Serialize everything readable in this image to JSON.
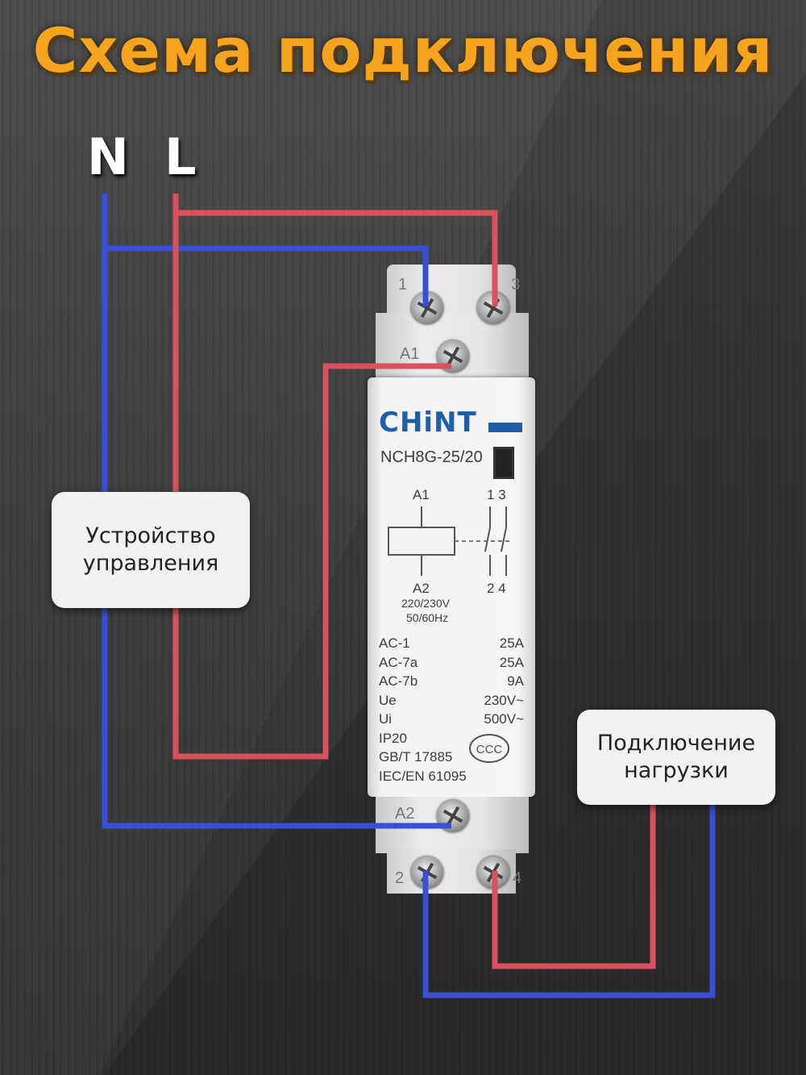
{
  "title": "Схема подключения",
  "phases": {
    "neutral": "N",
    "line": "L"
  },
  "device": {
    "brand": "CHiNT",
    "model": "NCH8G-25/20",
    "terminals": {
      "t1": "1",
      "t3": "3",
      "a1": "A1",
      "a2": "A2",
      "t2": "2",
      "t4": "4"
    },
    "schematic": {
      "coil_top": "A1",
      "coil_bottom": "A2",
      "contacts_top": "1  3",
      "contacts_bottom": "2  4",
      "voltage": "220/230V",
      "frequency": "50/60Hz"
    },
    "specs": [
      {
        "key": "AC-1",
        "value": "25A"
      },
      {
        "key": "AC-7a",
        "value": "25A"
      },
      {
        "key": "AC-7b",
        "value": "9A"
      },
      {
        "key": "Ue",
        "value": "230V~"
      },
      {
        "key": "Ui",
        "value": "500V~"
      },
      {
        "key": "IP20",
        "value": ""
      },
      {
        "key": "GB/T 17885",
        "value": ""
      },
      {
        "key": "IEC/EN 61095",
        "value": ""
      }
    ],
    "cert_mark": "CCC"
  },
  "callouts": {
    "control": {
      "line1": "Устройство",
      "line2": "управления"
    },
    "load": {
      "line1": "Подключение",
      "line2": "нагрузки"
    }
  },
  "colors": {
    "title": "#f5a51d",
    "neutral_wire": "#3a4fd6",
    "line_wire": "#d9505f",
    "brand": "#1f5fa8"
  }
}
